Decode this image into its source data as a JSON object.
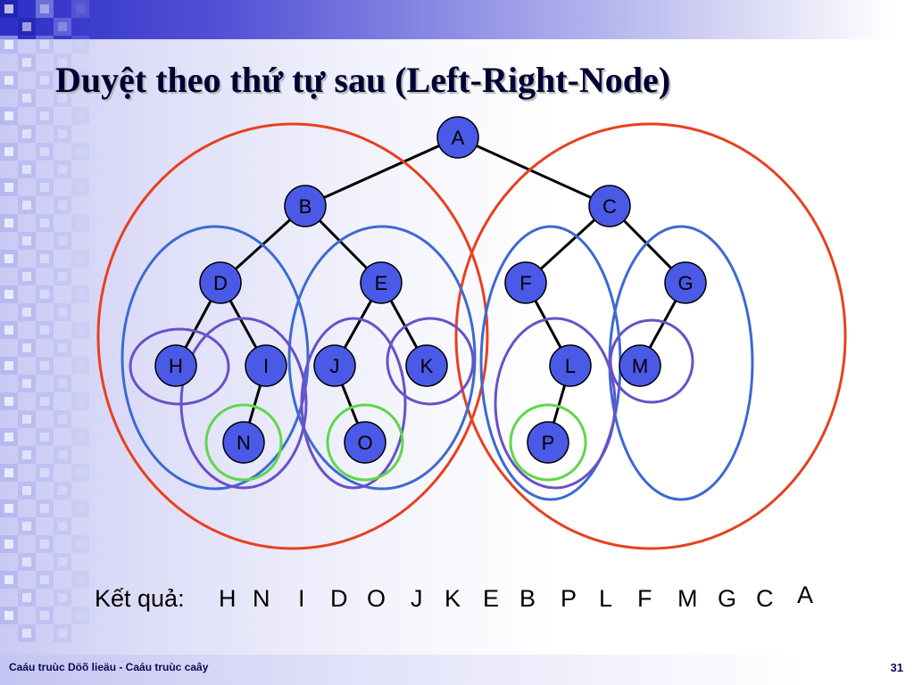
{
  "slide": {
    "title": "Duyệt theo thứ tự sau (Left-Right-Node)",
    "footer": "Caáu truùc Döõ lieäu - Caáu truùc caây",
    "page_number": "31"
  },
  "colors": {
    "accent_blue": "#2e2ec8",
    "node_fill": "#4a5ae6",
    "subtree_root_circle": "#e8401e",
    "subtree_circle": "#3c6ad2",
    "leaf_circle": "#6a50c8",
    "single_child_circle": "#5ed84a"
  },
  "tree": {
    "nodes": [
      {
        "id": "A",
        "label": "A"
      },
      {
        "id": "B",
        "label": "B"
      },
      {
        "id": "C",
        "label": "C"
      },
      {
        "id": "D",
        "label": "D"
      },
      {
        "id": "E",
        "label": "E"
      },
      {
        "id": "F",
        "label": "F"
      },
      {
        "id": "G",
        "label": "G"
      },
      {
        "id": "H",
        "label": "H"
      },
      {
        "id": "I",
        "label": "I"
      },
      {
        "id": "J",
        "label": "J"
      },
      {
        "id": "K",
        "label": "K"
      },
      {
        "id": "L",
        "label": "L"
      },
      {
        "id": "M",
        "label": "M"
      },
      {
        "id": "N",
        "label": "N"
      },
      {
        "id": "O",
        "label": "O"
      },
      {
        "id": "P",
        "label": "P"
      }
    ],
    "edges": [
      [
        "A",
        "B"
      ],
      [
        "A",
        "C"
      ],
      [
        "B",
        "D"
      ],
      [
        "B",
        "E"
      ],
      [
        "C",
        "F"
      ],
      [
        "C",
        "G"
      ],
      [
        "D",
        "H"
      ],
      [
        "D",
        "I"
      ],
      [
        "E",
        "J"
      ],
      [
        "E",
        "K"
      ],
      [
        "F",
        "L"
      ],
      [
        "G",
        "M"
      ],
      [
        "I",
        "N"
      ],
      [
        "J",
        "O"
      ],
      [
        "L",
        "P"
      ]
    ]
  },
  "result": {
    "label": "Kết quả:",
    "sequence": [
      "H",
      "N",
      "I",
      "D",
      "O",
      "J",
      "K",
      "E",
      "B",
      "P",
      "L",
      "F",
      "M",
      "G",
      "C",
      "A"
    ]
  }
}
